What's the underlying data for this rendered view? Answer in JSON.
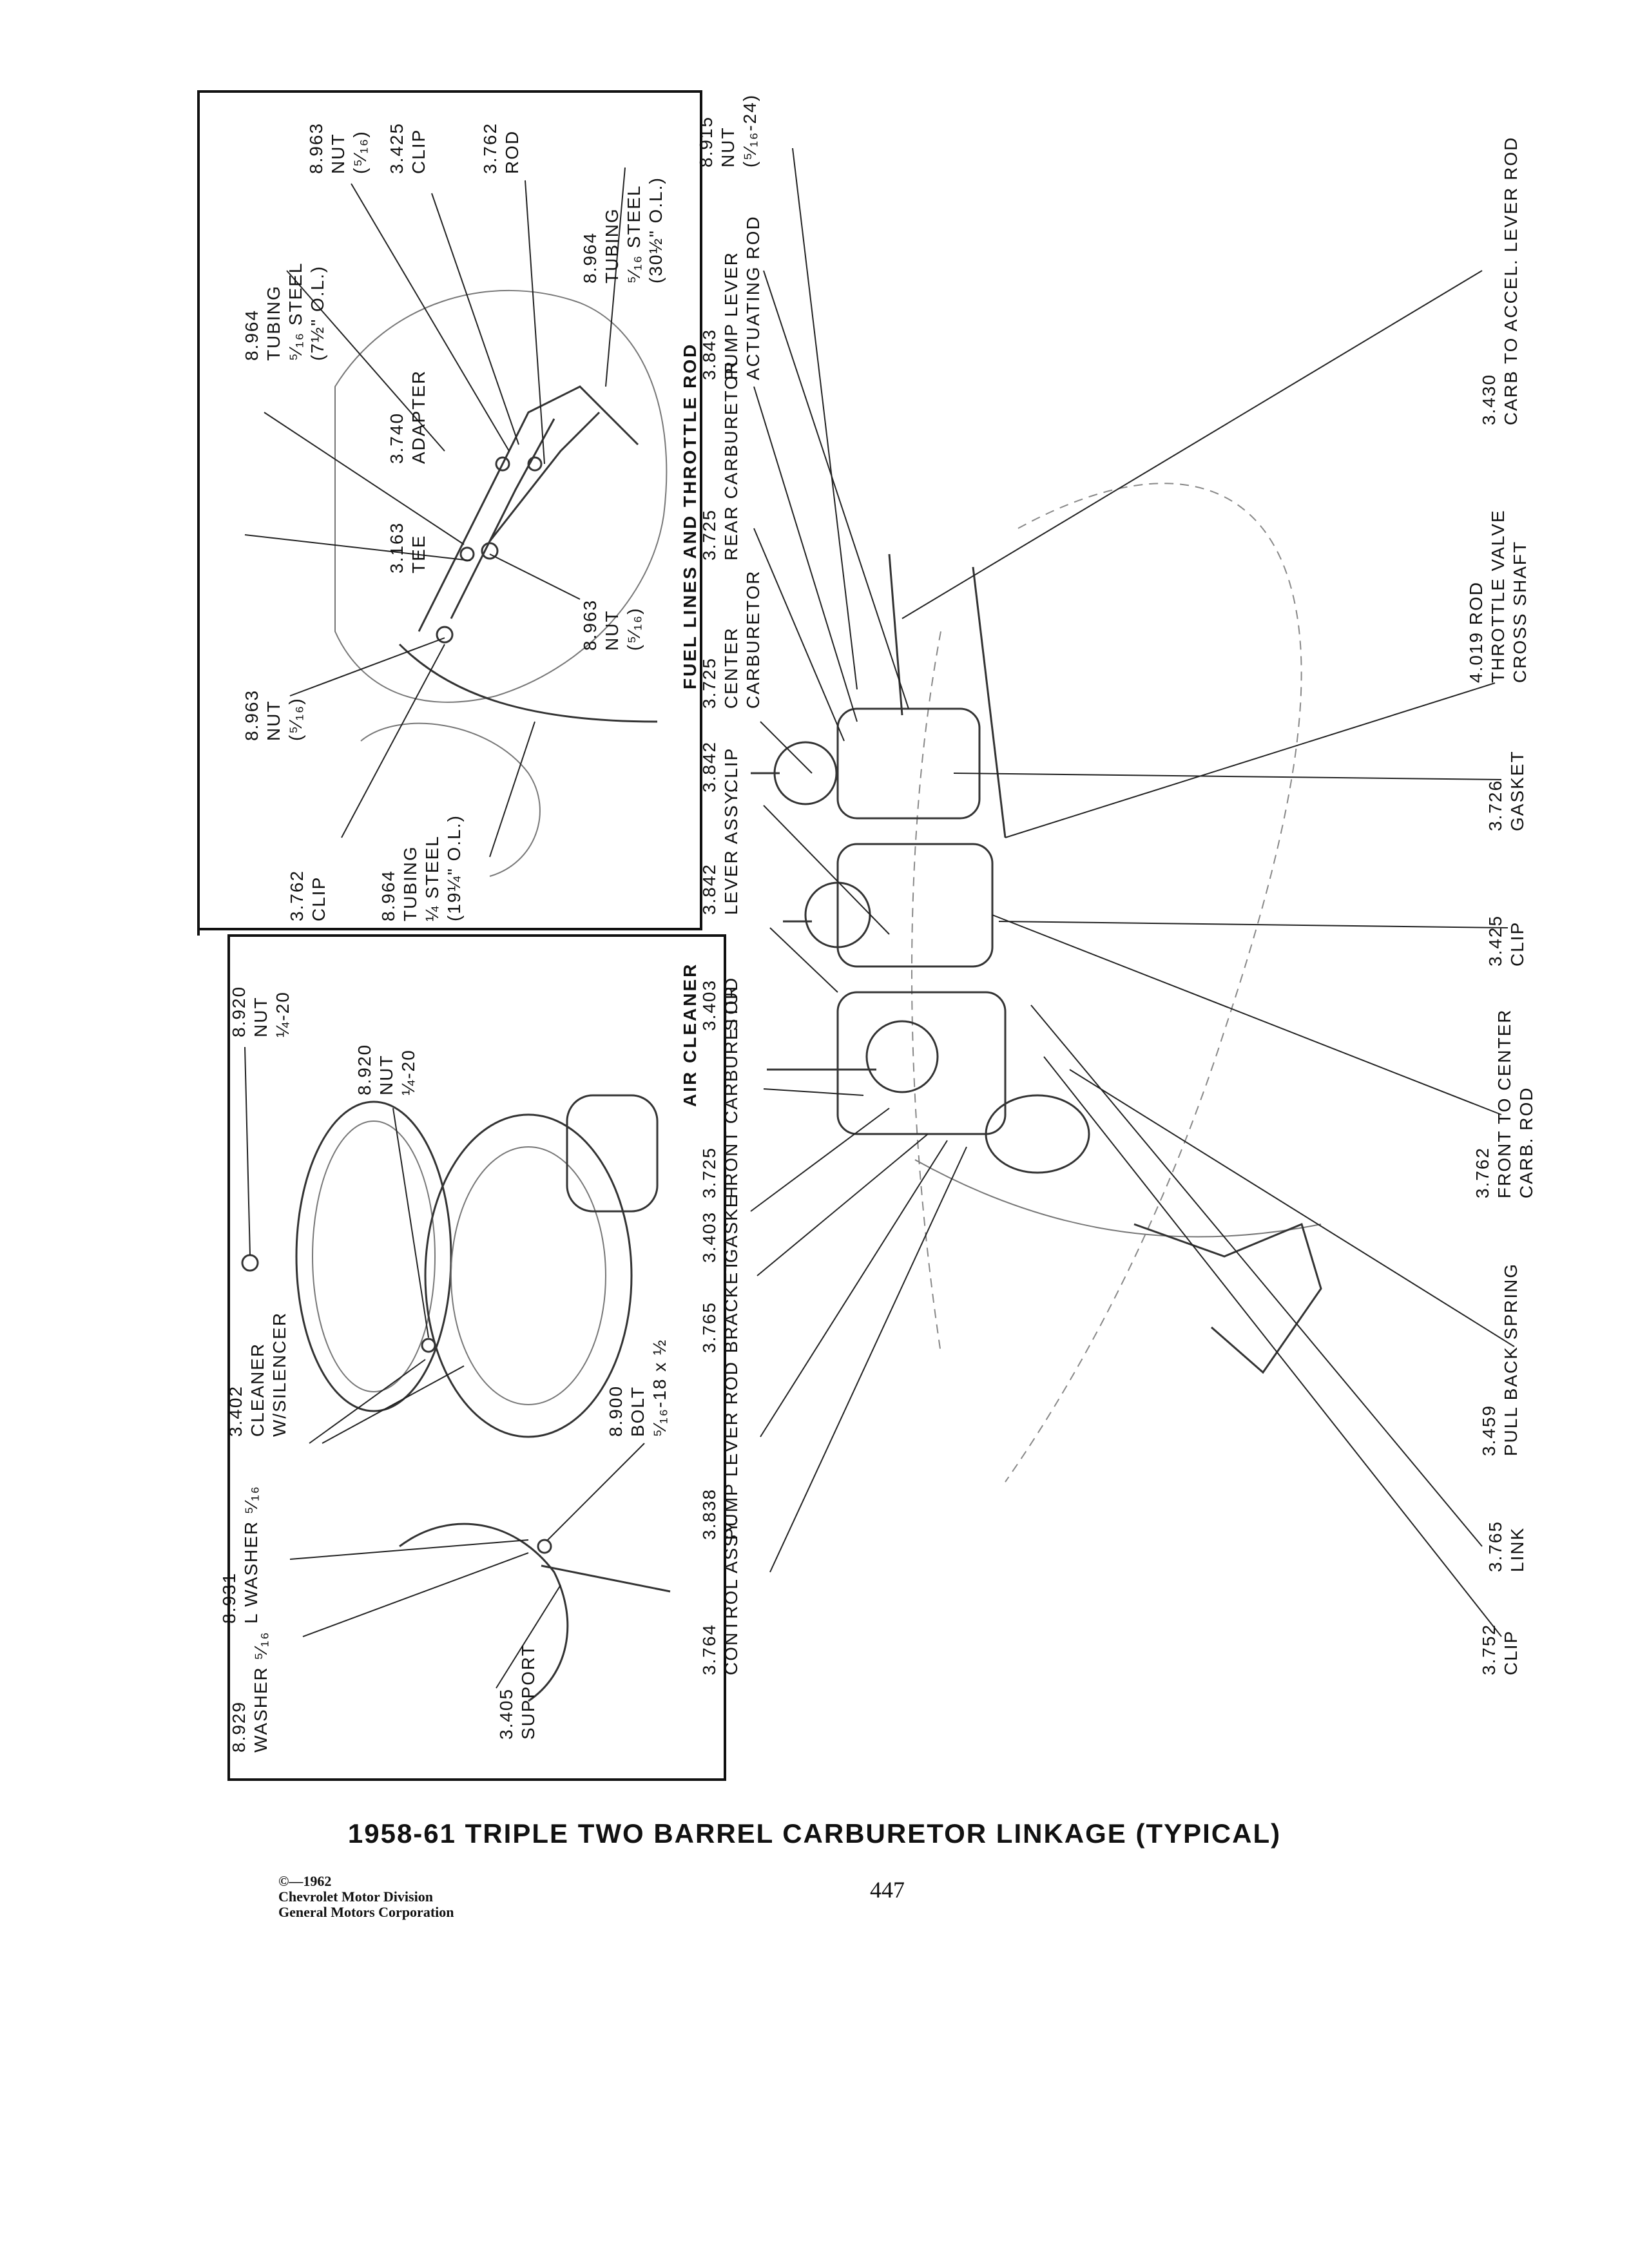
{
  "panels": {
    "fuel_lines": {
      "title": "FUEL LINES AND THROTTLE ROD",
      "labels": [
        [
          "8.963",
          "NUT",
          "(⁵⁄₁₆)"
        ],
        [
          "3.425",
          "CLIP"
        ],
        [
          "3.762",
          "ROD"
        ],
        [
          "8.964",
          "TUBING",
          "⁵⁄₁₆ STEEL",
          "(30½\" O.L.)"
        ],
        [
          "8.964",
          "TUBING",
          "⁵⁄₁₆ STEEL",
          "(7½\" O.L.)"
        ],
        [
          "3.740",
          "ADAPTER"
        ],
        [
          "3.163",
          "TEE"
        ],
        [
          "8.963",
          "NUT",
          "(⁵⁄₁₆)"
        ],
        [
          "8.963",
          "NUT",
          "(⁵⁄₁₆)"
        ],
        [
          "3.762",
          "CLIP"
        ],
        [
          "8.964",
          "TUBING",
          "¼ STEEL",
          "(19¼\" O.L.)"
        ]
      ]
    },
    "air_cleaner": {
      "title": "AIR CLEANER",
      "labels": [
        [
          "8.920",
          "NUT",
          "¼-20"
        ],
        [
          "8.920",
          "NUT",
          "¼-20"
        ],
        [
          "3.402",
          "CLEANER",
          "W/SILENCER"
        ],
        [
          "8.900",
          "BOLT",
          "⁵⁄₁₆-18 x ½"
        ],
        [
          "8.931",
          "L WASHER ⁵⁄₁₆"
        ],
        [
          "8.929",
          "WASHER ⁵⁄₁₆"
        ],
        [
          "3.405",
          "SUPPORT"
        ]
      ]
    }
  },
  "main_labels": [
    [
      "8.915",
      "NUT",
      "(⁵⁄₁₆-24)"
    ],
    [
      "3.843",
      "PUMP LEVER",
      "ACTUATING ROD"
    ],
    [
      "3.725",
      "REAR CARBURETOR"
    ],
    [
      "3.725",
      "CENTER",
      "CARBURETOR"
    ],
    [
      "3.842",
      "CLIP"
    ],
    [
      "3.842",
      "LEVER ASSY."
    ],
    [
      "3.403",
      "STUD"
    ],
    [
      "3.725",
      "FRONT CARBURETOR"
    ],
    [
      "3.403",
      "GASKET"
    ],
    [
      "3.765",
      "BRACKET"
    ],
    [
      "3.838",
      "PUMP LEVER ROD"
    ],
    [
      "3.764",
      "CONTROL ASSY."
    ],
    [
      "3.430",
      "CARB TO ACCEL. LEVER ROD"
    ],
    [
      "4.019 ROD",
      "THROTTLE VALVE",
      "CROSS SHAFT"
    ],
    [
      "3.726",
      "GASKET"
    ],
    [
      "3.425",
      "CLIP"
    ],
    [
      "3.762",
      "FRONT TO CENTER",
      "CARB. ROD"
    ],
    [
      "3.459",
      "PULL BACK SPRING"
    ],
    [
      "3.765",
      "LINK"
    ],
    [
      "3.752",
      "CLIP"
    ]
  ],
  "caption": "1958-61 TRIPLE TWO BARREL CARBURETOR LINKAGE (TYPICAL)",
  "copyright": [
    "©—1962",
    "Chevrolet Motor Division",
    "General Motors Corporation"
  ],
  "page_number": "447"
}
